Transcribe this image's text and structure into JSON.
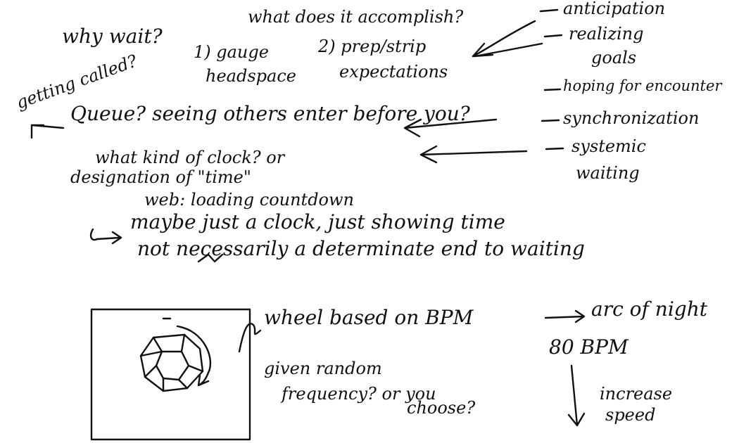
{
  "notes": {
    "why_wait": "why wait?",
    "what_accomplish": "what does it accomplish?",
    "gauge": "1) gauge",
    "headspace": "headspace",
    "prep_strip": "2) prep/strip",
    "expectations": "expectations",
    "getting_called": "getting called?",
    "queue": "Queue? seeing others enter before you?",
    "what_kind_clock": "what kind of clock? or",
    "designation_time": "designation of \"time\"",
    "web_loading": "web: loading countdown",
    "maybe_clock": "maybe just a clock, just showing time",
    "not_necessarily": "not necessarily a determinate end to waiting",
    "wheel_bpm": "wheel based on BPM",
    "arc_of_night": "arc of night",
    "bpm_80": "80 BPM",
    "given_random": "given random",
    "frequency": "frequency? or you",
    "choose": "choose?",
    "increase": "increase",
    "speed": "speed"
  },
  "list": {
    "anticipation": "anticipation",
    "realizing": "realizing",
    "goals": "goals",
    "hoping_encounter": "hoping for encounter",
    "synchronization": "synchronization",
    "systemic": "systemic",
    "waiting": "waiting"
  }
}
